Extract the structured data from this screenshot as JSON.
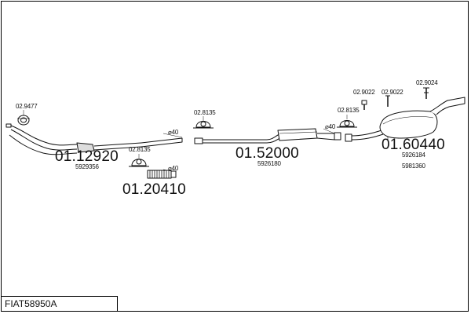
{
  "diagram_code": "FIAT58950A",
  "parts": [
    {
      "number": "01.12920",
      "ref": "5929356"
    },
    {
      "number": "01.20410"
    },
    {
      "number": "01.52000",
      "ref": "5926180"
    },
    {
      "number": "01.60440",
      "refs": [
        "5926184",
        "5981360"
      ]
    }
  ],
  "fittings": {
    "gasket_front": "02.9477",
    "clamp_a": "02.8135",
    "clamp_b": "02.8135",
    "clamp_c": "02.8135",
    "hanger_a": "02.9022",
    "hanger_b": "02.9022",
    "hanger_c": "02.9024"
  },
  "diameters": {
    "d1": "⌀40",
    "d2": "⌀40",
    "d3": "⌀40"
  },
  "colors": {
    "line": "#111111",
    "fill": "#ffffff",
    "shade": "#9a9a9a"
  }
}
